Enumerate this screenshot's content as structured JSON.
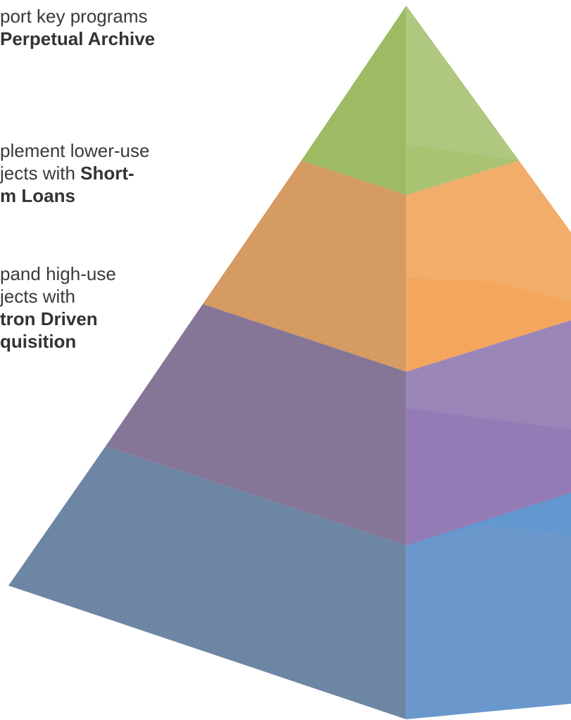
{
  "tiers": [
    {
      "id": "top",
      "lines": [
        {
          "plain": "port key programs",
          "bold": ""
        },
        {
          "plain": "",
          "bold": " Perpetual Archive"
        }
      ],
      "colors": {
        "left": "#9dbb63",
        "right": "#b0c77f",
        "band": "#a7c270"
      }
    },
    {
      "id": "middle",
      "lines": [
        {
          "plain": "plement lower-use",
          "bold": ""
        },
        {
          "plain": "jects with ",
          "bold": "Short-"
        },
        {
          "plain": "",
          "bold": "m Loans"
        }
      ],
      "colors": {
        "left": "#d69a63",
        "right": "#f2ad6a",
        "band": "#f5a55a"
      }
    },
    {
      "id": "lower",
      "lines": [
        {
          "plain": "pand high-use",
          "bold": ""
        },
        {
          "plain": "jects with",
          "bold": ""
        },
        {
          "plain": "",
          "bold": "tron Driven"
        },
        {
          "plain": "",
          "bold": "quisition"
        }
      ],
      "colors": {
        "left": "#857698",
        "right": "#9a85b8",
        "band": "#9479b5"
      }
    },
    {
      "id": "base",
      "lines": [],
      "colors": {
        "left": "#6d86a3",
        "right": "#6a98cc",
        "band": "#5f97d0"
      }
    }
  ]
}
